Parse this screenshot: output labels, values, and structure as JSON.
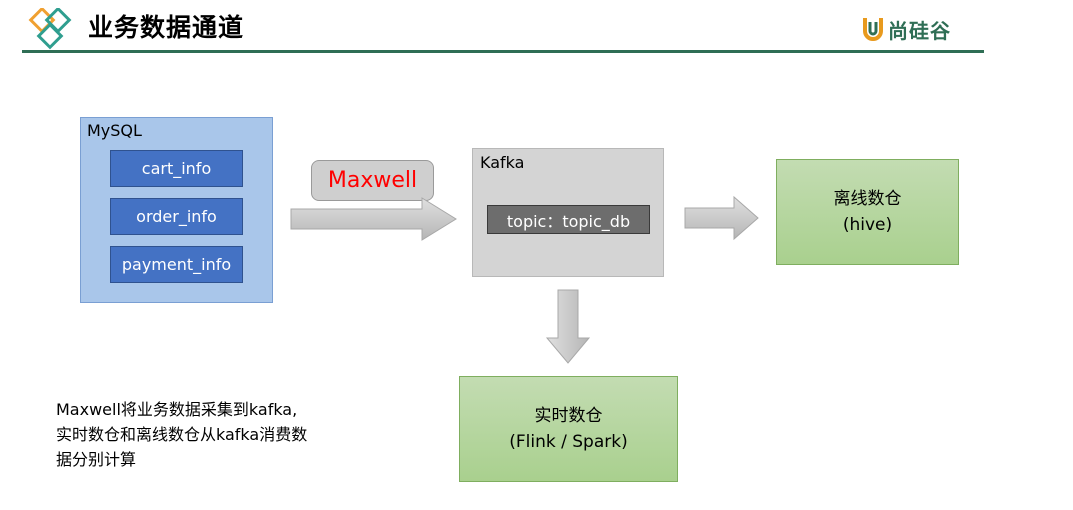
{
  "header": {
    "title": "业务数据通道",
    "brand": "尚硅谷",
    "logo_icon": "diamond-logo-icon",
    "brand_icon": "shanguigu-logo-icon",
    "accent_color": "#2f6e55"
  },
  "mysql": {
    "label": "MySQL",
    "tables": [
      "cart_info",
      "order_info",
      "payment_info"
    ]
  },
  "maxwell": {
    "label": "Maxwell"
  },
  "kafka": {
    "label": "Kafka",
    "topic": "topic：topic_db"
  },
  "offline": {
    "line1": "离线数仓",
    "line2": "(hive)"
  },
  "realtime": {
    "line1": "实时数仓",
    "line2": "(Flink / Spark)"
  },
  "note": {
    "line1": "Maxwell将业务数据采集到kafka,",
    "line2": "实时数仓和离线数仓从kafka消费数",
    "line3": "据分别计算"
  }
}
